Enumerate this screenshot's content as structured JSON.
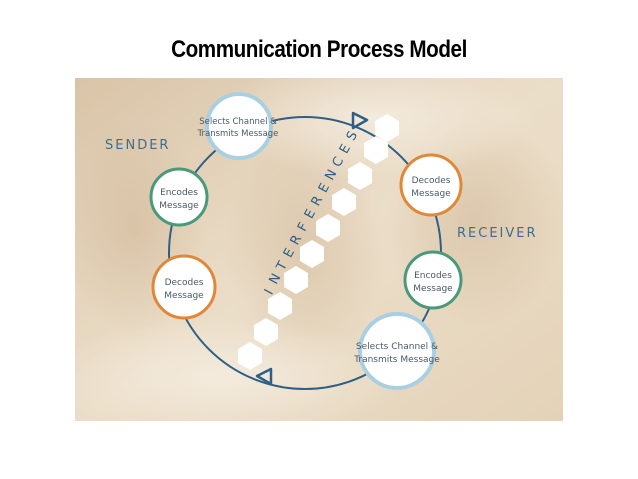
{
  "slide": {
    "title": "Communication Process Model"
  },
  "diagram": {
    "sender_label": "SENDER",
    "receiver_label": "RECEIVER",
    "interference_letters": [
      "I",
      "N",
      "T",
      "E",
      "R",
      "F",
      "E",
      "R",
      "E",
      "N",
      "C",
      "E",
      "S"
    ],
    "nodes": {
      "sender_transmit": [
        "Selects Channel &",
        "Transmits Message"
      ],
      "sender_encode": [
        "Encodes",
        "Message"
      ],
      "sender_decode": [
        "Decodes",
        "Message"
      ],
      "receiver_decode": [
        "Decodes",
        "Message"
      ],
      "receiver_encode": [
        "Encodes",
        "Message"
      ],
      "receiver_transmit": [
        "Selects Channel &",
        "Transmits Message"
      ]
    },
    "colors": {
      "teal": "#4a9a7a",
      "orange": "#e0883a",
      "light_blue": "#a9cfe3",
      "cycle": "#2f5f86",
      "label": "#3f6d8e",
      "background": "#dcc8a9"
    }
  }
}
